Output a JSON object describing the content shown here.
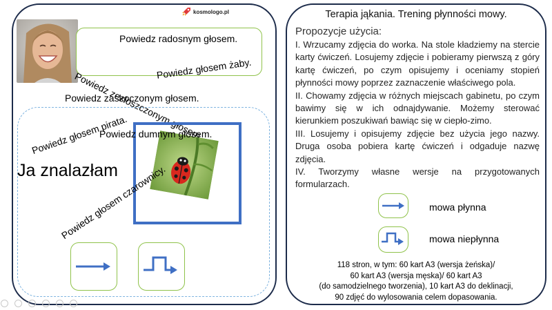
{
  "brand": {
    "name": "kosmologo.pl",
    "icon": "rocket-icon"
  },
  "left": {
    "phrases": [
      "Powiedz radosnym głosem.",
      "Powiedz zezłoszczonym głosem.",
      "Powiedz głosem żaby.",
      "Powiedz zaskoczonym głosem.",
      "Powiedz głosem pirata.",
      "Powiedz dumnym głosem.",
      "Powiedz głosem czarownicy."
    ],
    "sentence": "Ja znalazłam",
    "photo": "laughing-woman-photo",
    "picture": "ladybug-photo",
    "buttons": [
      "arrow-straight-icon",
      "arrow-step-icon"
    ],
    "accent_colors": {
      "frame": "#8fc24a",
      "square": "#3f6fc4",
      "dashed": "#7fb4e0"
    }
  },
  "right": {
    "title": "Terapia jąkania. Trening płynności mowy.",
    "subtitle": "Propozycje użycia:",
    "paragraphs": [
      "I. Wrzucamy zdjęcia do worka. Na stole kładziemy na stercie karty ćwiczeń. Losujemy zdjęcie i pobieramy pierwszą z góry kartę ćwiczeń, po czym opisujemy i oceniamy stopień płynności mowy poprzez zaznaczenie właściwego pola.",
      "II. Chowamy zdjęcia w różnych miejscach gabinetu, po czym bawimy się w ich odnajdywanie. Możemy sterować kierunkiem poszukiwań bawiąc się w ciepło-zimo.",
      "III. Losujemy i opisujemy zdjęcie bez użycia jego nazwy. Druga osoba pobiera kartę ćwiczeń i odgaduje nazwę zdjęcia.",
      "IV. Tworzymy własne wersje na przygotowanych formularzach."
    ],
    "legend": [
      {
        "label": "mowa płynna",
        "icon": "arrow-straight-icon"
      },
      {
        "label": "mowa niepłynna",
        "icon": "arrow-step-icon"
      }
    ],
    "footer": [
      "118 stron, w tym: 60 kart A3 (wersja żeńska)/",
      "60 kart A3  (wersja męska)/ 60 kart A3",
      "(do samodzielnego tworzenia), 10 kart A3 do deklinacji,",
      "90 zdjęć do wylosowania celem dopasowania."
    ]
  },
  "player_controls": [
    "play-icon",
    "back-icon",
    "forward-icon",
    "zoom-icon",
    "options-icon",
    "more-icon"
  ]
}
